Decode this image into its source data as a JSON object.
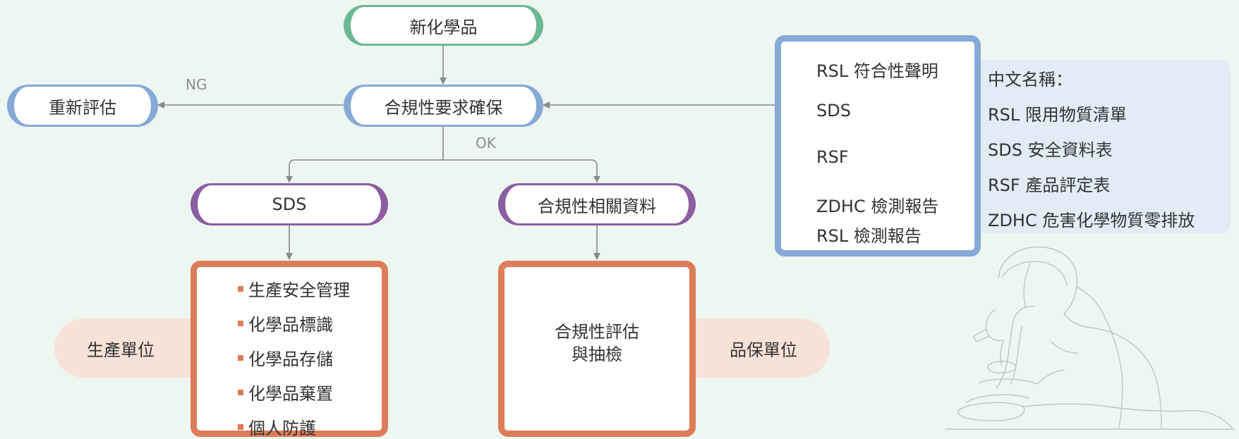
{
  "nodes": {
    "new_chemical": "新化學品",
    "compliance_check": "合規性要求確保",
    "re_evaluate": "重新評估",
    "sds": "SDS",
    "compliance_docs": "合規性相關資料",
    "compliance_eval": "合規性評估\n與抽檢"
  },
  "edge_labels": {
    "ng": "NG",
    "ok": "OK"
  },
  "sds_items": [
    "生產安全管理",
    "化學品標識",
    "化學品存儲",
    "化學品棄置",
    "個人防護"
  ],
  "units": {
    "production": "生產單位",
    "qa": "品保單位"
  },
  "documents": [
    "RSL 符合性聲明",
    "SDS",
    "RSF",
    "ZDHC 檢測報告",
    "RSL 檢測報告"
  ],
  "chinese_names": {
    "title": "中文名稱：",
    "items": [
      "RSL 限用物質清單",
      "SDS 安全資料表",
      "RSF 產品評定表",
      "ZDHC 危害化學物質零排放"
    ]
  },
  "colors": {
    "background": "#eef6f2",
    "start_node": "#6bb894",
    "decision_node": "#86a9d6",
    "sds_node": "#8a5ea0",
    "output_box": "#dd7c58",
    "unit_tag": "#f7e2d8",
    "names_panel": "#e2ebf6",
    "connector": "#888888"
  },
  "illustration": "scientist-microscope-line-art"
}
